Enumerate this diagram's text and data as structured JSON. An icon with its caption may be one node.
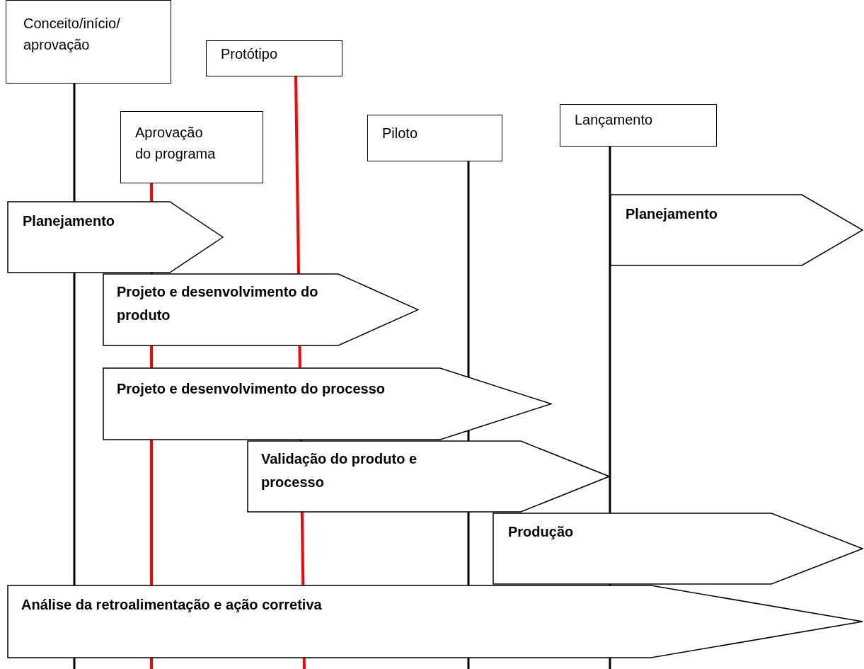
{
  "diagram": {
    "nodes": [
      {
        "text": [
          "Conceito/início/ aprovação"
        ]
      },
      {
        "text": [
          "Protótipo"
        ]
      },
      {
        "text": [
          "Aprovação do programa"
        ]
      },
      {
        "text": [
          "Piloto"
        ]
      },
      {
        "text": [
          "Lançamento"
        ]
      },
      {
        "text": [
          "Planejamento"
        ]
      },
      {
        "text": [
          "Planejamento"
        ]
      },
      {
        "text": [
          "Projeto e desenvolvimento do produto"
        ]
      },
      {
        "text": [
          "Projeto e desenvolvimento do processo"
        ]
      },
      {
        "text": [
          "Validação do produto e processo"
        ]
      },
      {
        "text": [
          "Produção"
        ]
      },
      {
        "text": [
          "Análise da retroalimentação e ação corretiva"
        ]
      }
    ]
  }
}
